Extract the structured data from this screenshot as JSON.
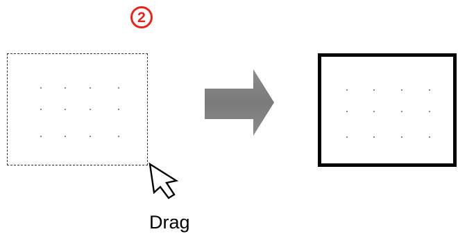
{
  "step": {
    "number": "2",
    "color": "#e8231a"
  },
  "selection_box": {
    "style": "dashed"
  },
  "result_box": {
    "style": "solid-thick"
  },
  "arrow": {
    "icon": "right-arrow-icon",
    "color": "#7f7f7f"
  },
  "cursor": {
    "icon": "mouse-pointer-icon"
  },
  "caption": {
    "text": "Drag"
  }
}
